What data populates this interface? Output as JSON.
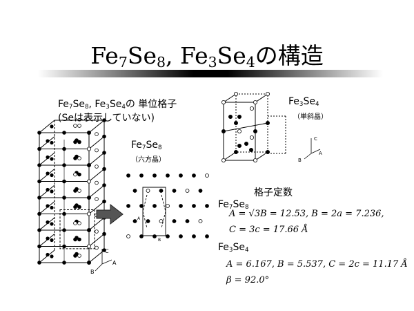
{
  "title": {
    "fe7": "Fe",
    "fe7_sub": "7",
    "se8": "Se",
    "se8_sub": "8",
    "sep": ", ",
    "fe3": "Fe",
    "fe3_sub": "3",
    "se4": "Se",
    "se4_sub": "4",
    "suffix": "の構造"
  },
  "caption": {
    "line1_a": "Fe",
    "line1_a_sub": "7",
    "line1_b": "Se",
    "line1_b_sub": "8",
    "line1_c": ", Fe",
    "line1_c_sub": "3",
    "line1_d": "Se",
    "line1_d_sub": "4",
    "line1_e": "の 単位格子",
    "line2": "(Seは表示していない)"
  },
  "fe7se8_label": {
    "fe": "Fe",
    "fe_sub": "7",
    "se": "Se",
    "se_sub": "8",
    "note": "（六方晶）"
  },
  "fe3se4_label": {
    "fe": "Fe",
    "fe_sub": "3",
    "se": "Se",
    "se_sub": "4",
    "note": "（単斜晶）"
  },
  "lattice": {
    "heading": "格子定数",
    "fe7se8": {
      "fe": "Fe",
      "fe_sub": "7",
      "se": "Se",
      "se_sub": "8"
    },
    "fe7se8_eq1": "A = √3B = 12.53,   B = 2a = 7.236,",
    "fe7se8_eq2": "C = 3c = 17.66 Å",
    "fe3se4": {
      "fe": "Fe",
      "fe_sub": "3",
      "se": "Se",
      "se_sub": "4"
    },
    "fe3se4_eq1": "A = 6.167, B = 5.537, C = 2c = 11.17 Å",
    "fe3se4_eq2": "β = 92.0°"
  },
  "axes": {
    "C": "C",
    "A": "A",
    "B": "B"
  }
}
